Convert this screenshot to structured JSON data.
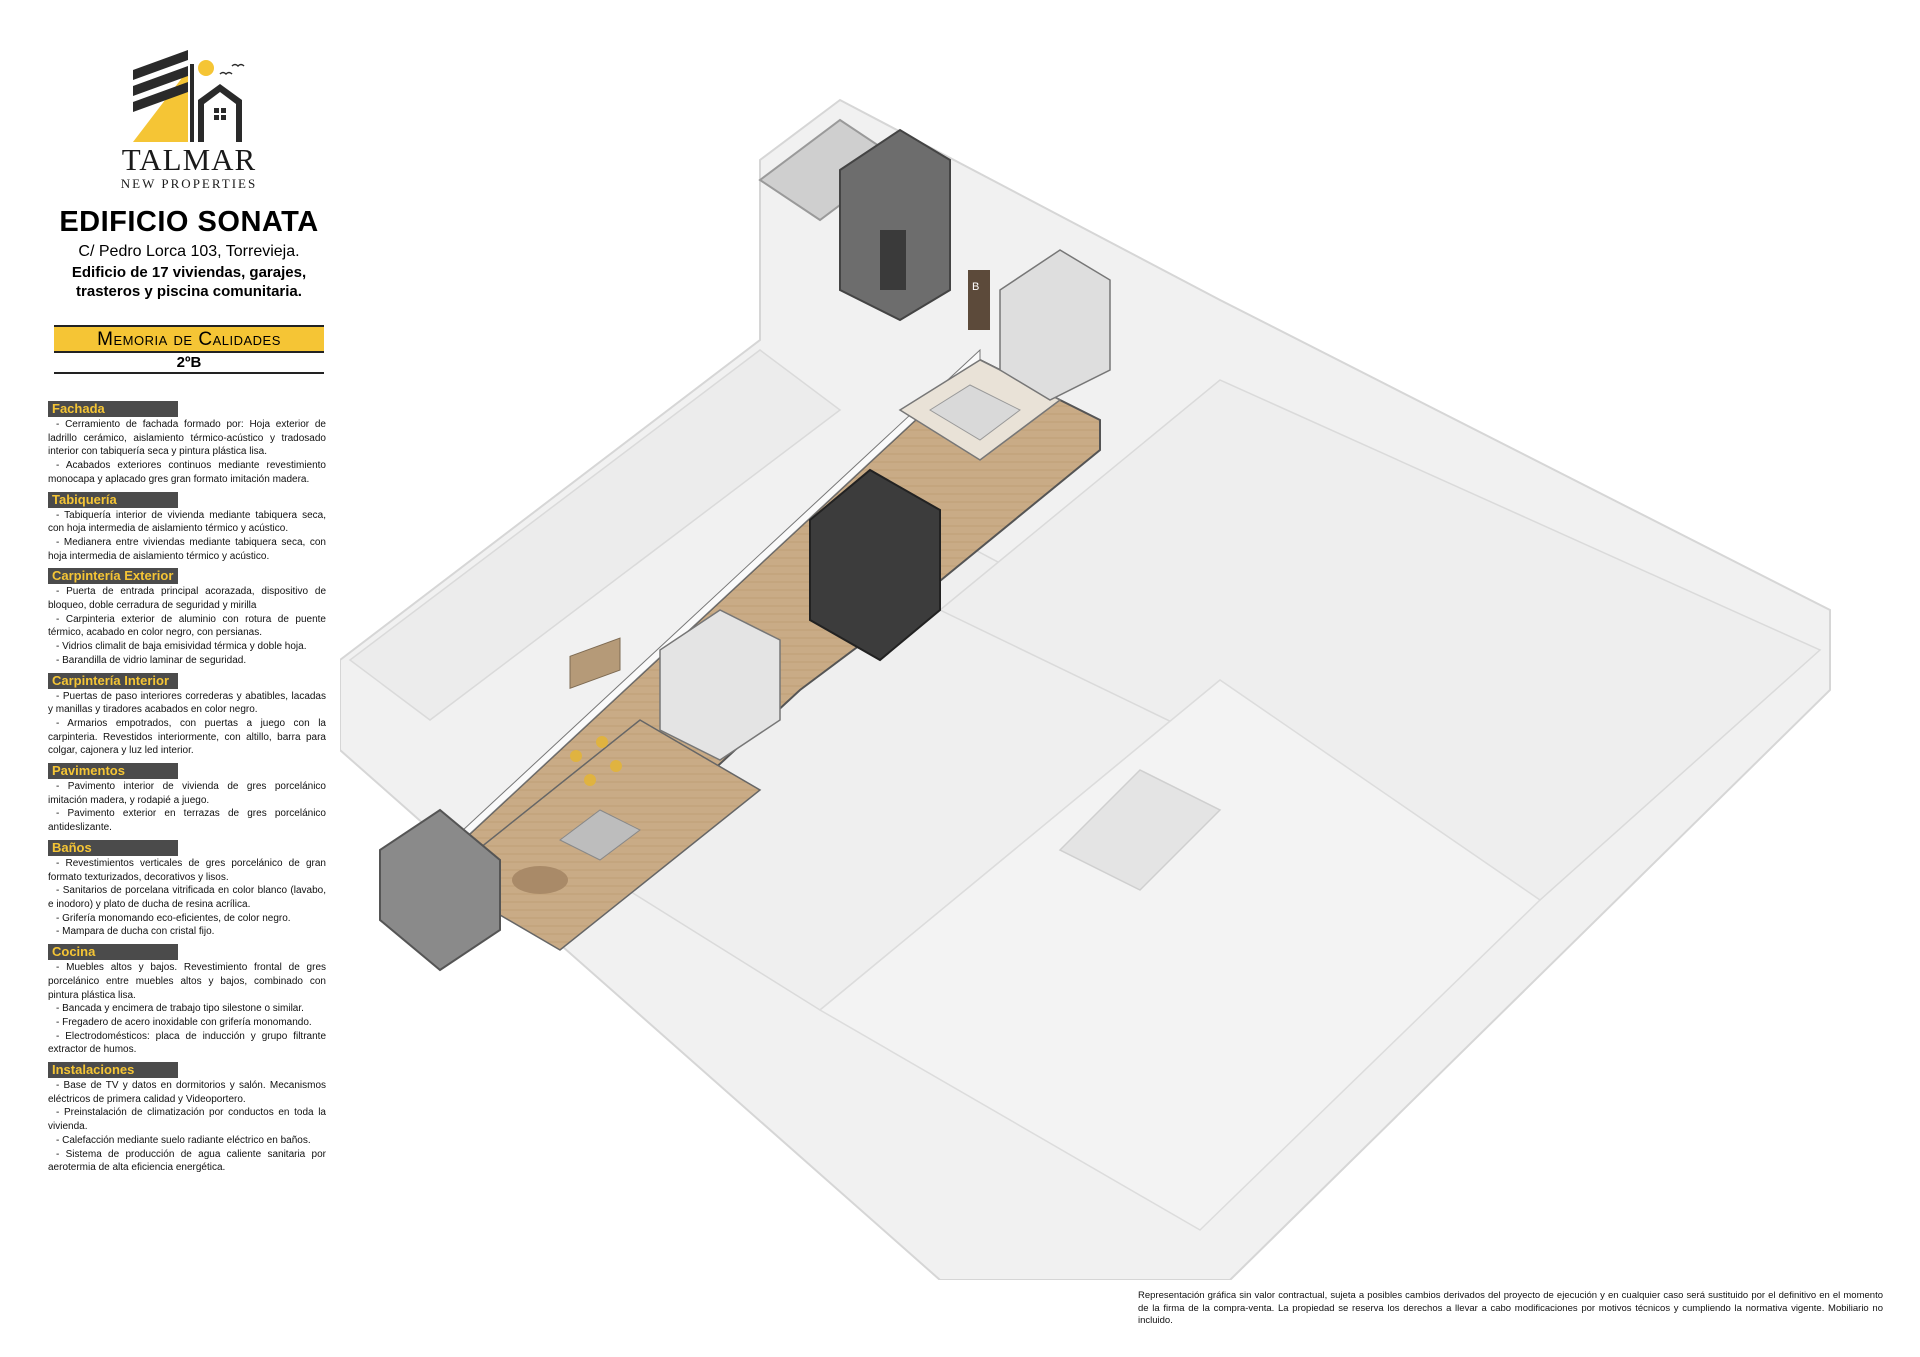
{
  "brand": {
    "name": "TALMAR",
    "subtitle": "NEW PROPERTIES",
    "colors": {
      "accent": "#f5c535",
      "dark": "#4b4b4b"
    }
  },
  "building": {
    "title": "EDIFICIO SONATA",
    "address": "C/ Pedro Lorca 103, Torrevieja.",
    "description_line1": "Edificio de 17 viviendas, garajes,",
    "description_line2": "trasteros y piscina comunitaria."
  },
  "memoria": {
    "title": "Memoria de Calidades",
    "unit": "2ºB"
  },
  "sections": [
    {
      "title": "Fachada",
      "items": [
        "- Cerramiento de fachada formado por: Hoja exterior de ladrillo cerámico, aislamiento térmico-acústico y tradosado interior con tabiquería seca y pintura plástica lisa.",
        "- Acabados exteriores continuos mediante revestimiento monocapa y aplacado gres gran formato imitación madera."
      ]
    },
    {
      "title": "Tabiquería",
      "items": [
        "- Tabiquería interior de vivienda mediante tabiquera seca, con hoja intermedia de aislamiento térmico y acústico.",
        "- Medianera entre viviendas mediante tabiquera seca, con hoja intermedia de aislamiento térmico y acústico."
      ]
    },
    {
      "title": "Carpintería Exterior",
      "items": [
        "- Puerta de entrada principal acorazada, dispositivo de bloqueo, doble cerradura de seguridad y mirilla",
        "- Carpinteria exterior de aluminio con rotura de puente térmico, acabado en color negro, con persianas.",
        "- Vidrios climalit de baja emisividad térmica y doble hoja.",
        "- Barandilla de vidrio laminar de seguridad."
      ]
    },
    {
      "title": "Carpintería Interior",
      "items": [
        "- Puertas de paso interiores correderas y abatibles, lacadas y manillas y tiradores acabados en color negro.",
        "- Armarios empotrados, con puertas a juego con la carpinteria. Revestidos interiormente, con altillo, barra para colgar, cajonera y luz led interior."
      ]
    },
    {
      "title": "Pavimentos",
      "items": [
        "- Pavimento interior de vivienda de gres porcelánico imitación madera, y rodapié a juego.",
        "- Pavimento exterior en terrazas de gres porcelánico antideslizante."
      ]
    },
    {
      "title": "Baños",
      "items": [
        "- Revestimientos verticales de gres porcelánico de gran formato texturizados, decorativos y lisos.",
        "- Sanitarios de porcelana vitrificada en color blanco (lavabo, e inodoro) y plato de ducha de resina acrílica.",
        "- Grifería monomando eco-eficientes, de color negro.",
        "- Mampara de ducha con cristal fijo."
      ]
    },
    {
      "title": "Cocina",
      "items": [
        "- Muebles altos y bajos. Revestimiento frontal de gres porcelánico entre muebles altos y bajos, combinado con pintura plástica lisa.",
        "- Bancada y encimera de trabajo tipo silestone o similar.",
        "- Fregadero de acero inoxidable con grifería monomando.",
        "- Electrodomésticos: placa de inducción y grupo filtrante extractor de humos."
      ]
    },
    {
      "title": "Instalaciones",
      "items": [
        "- Base de TV y datos en dormitorios y salón. Mecanismos eléctricos de primera calidad y Videoportero.",
        "- Preinstalación de climatización por conductos en toda la vivienda.",
        "- Calefacción mediante suelo radiante eléctrico en baños.",
        "- Sistema de producción de agua caliente sanitaria por aerotermia de alta eficiencia energética."
      ]
    }
  ],
  "disclaimer": "Representación gráfica sin valor contractual, sujeta a posibles cambios derivados del proyecto de ejecución y en cualquier caso será sustituido por el definitivo en el momento de la firma de la compra-venta. La propiedad se reserva los derechos a llevar a cabo modificaciones por motivos técnicos y cumpliendo la normativa vigente. Mobiliario no incluido.",
  "plan": {
    "highlight_unit_label": "B"
  }
}
